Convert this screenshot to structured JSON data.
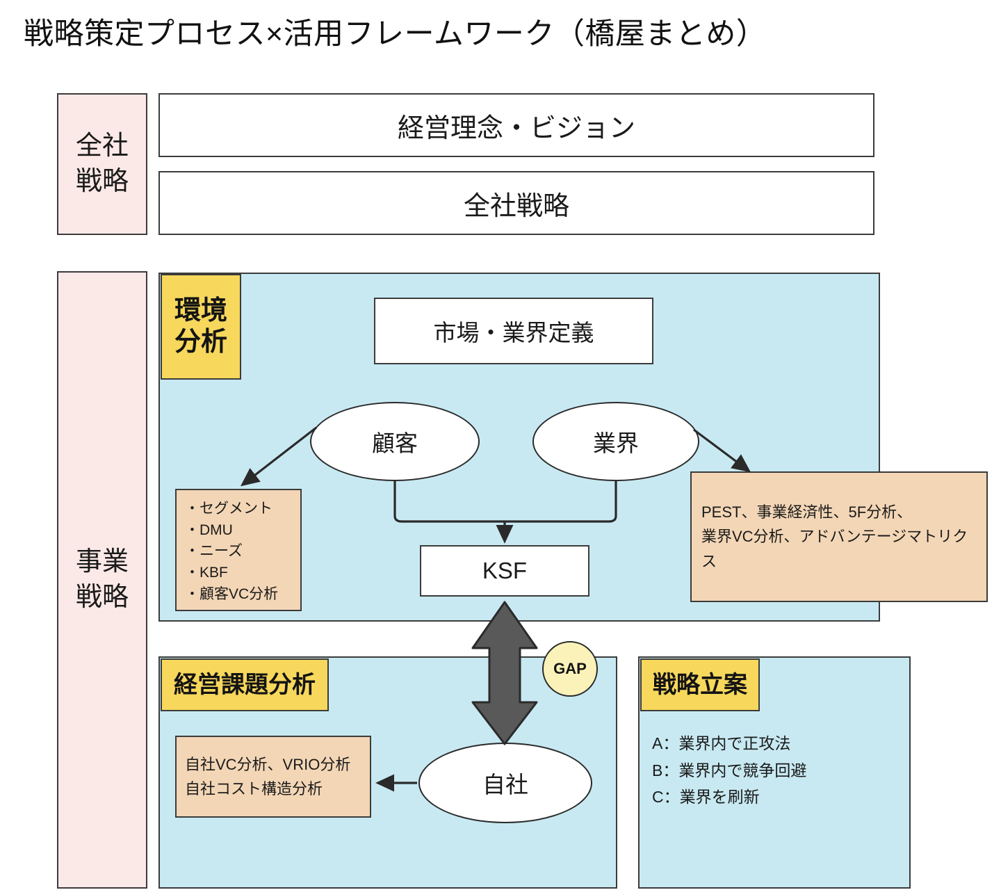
{
  "title": "戦略策定プロセス×活用フレームワーク（橋屋まとめ）",
  "colors": {
    "pink_rail": "#FBE9E7",
    "blue_panel": "#C8E9F2",
    "yellow_badge": "#F7D85C",
    "tan_box": "#F3D6B6",
    "gap_circle": "#FAF2B9",
    "arrow_gray": "#595959",
    "stroke": "#3B3B3B"
  },
  "rails": {
    "corporate": "全社\n戦略",
    "corporate_lines": [
      "全社",
      "戦略"
    ],
    "business": "事業\n戦略",
    "business_lines": [
      "事業",
      "戦略"
    ]
  },
  "corporate": {
    "vision": "経営理念・ビジョン",
    "strategy": "全社戦略"
  },
  "environment": {
    "badge": "環境\n分析",
    "badge_lines": [
      "環境",
      "分析"
    ],
    "market_definition": "市場・業界定義",
    "nodes": {
      "customer": "顧客",
      "industry": "業界"
    },
    "customer_frameworks": [
      "・セグメント",
      "・DMU",
      "・ニーズ",
      "・KBF",
      "・顧客VC分析"
    ],
    "industry_frameworks": [
      "PEST、事業経済性、5F分析、",
      "業界VC分析、アドバンテージマトリクス"
    ],
    "ksf": "KSF"
  },
  "gap": {
    "label": "GAP"
  },
  "issue_analysis": {
    "badge": "経営課題分析",
    "node": "自社",
    "frameworks": [
      "自社VC分析、VRIO分析",
      "自社コスト構造分析"
    ]
  },
  "strategy_planning": {
    "badge": "戦略立案",
    "options": [
      "A：業界内で正攻法",
      "B：業界内で競争回避",
      "C：業界を刷新"
    ]
  }
}
